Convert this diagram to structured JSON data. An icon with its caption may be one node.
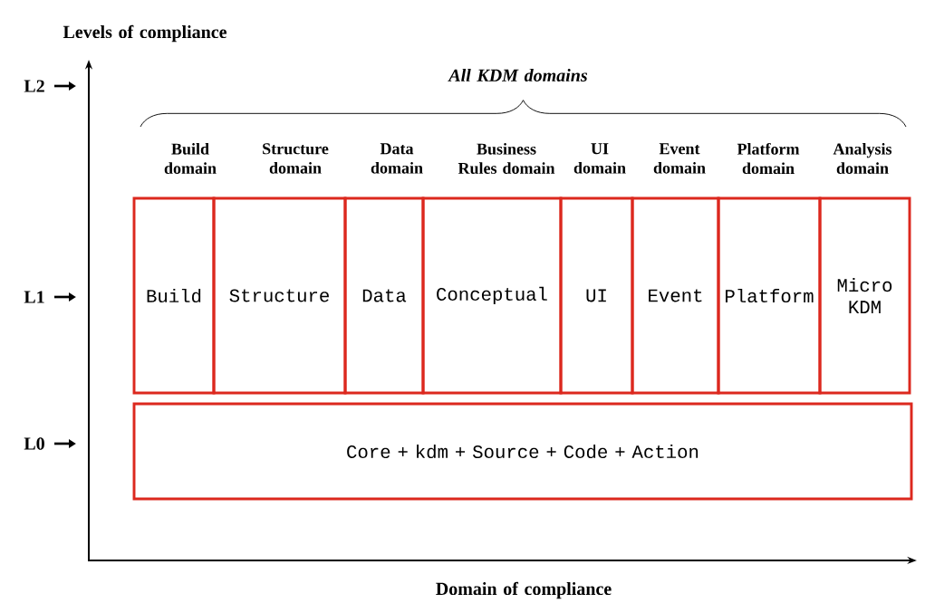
{
  "diagram": {
    "nodes": [
      {
        "text": [
          "Build"
        ]
      },
      {
        "text": [
          "Structure"
        ]
      },
      {
        "text": [
          "Data"
        ]
      },
      {
        "text": [
          "Conceptual"
        ]
      },
      {
        "text": [
          "UI"
        ]
      },
      {
        "text": [
          "Event"
        ]
      },
      {
        "text": [
          "Platform"
        ]
      },
      {
        "text": [
          "Micro KDM"
        ]
      },
      {
        "text": [
          "Core + kdm + Source + Code + Action"
        ]
      }
    ],
    "edges": [],
    "labels": [
      "Levels of compliance",
      "L2",
      "L1",
      "L0",
      "All KDM domains",
      "Build domain",
      "Structure domain",
      "Data domain",
      "Business Rules domain",
      "UI domain",
      "Event domain",
      "Platform domain",
      "Analysis domain",
      "Domain of compliance"
    ]
  }
}
